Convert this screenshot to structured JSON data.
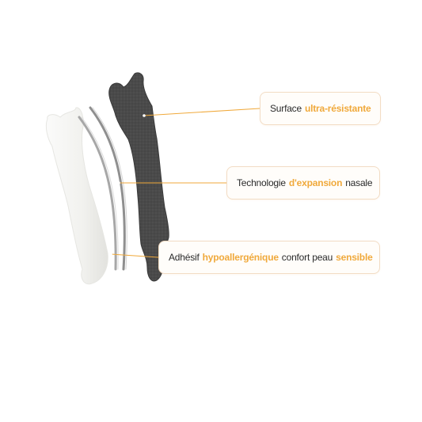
{
  "colors": {
    "accent": "#f0a93b",
    "text": "#2a2a2a",
    "callout_border": "#f2dcc4",
    "strip_dark": "#4a4a4a",
    "adhesive_white": "#f3f3f1",
    "spring_gray": "#9a9a9a"
  },
  "layers": [
    {
      "name": "adhesive-layer",
      "icon": "white-adhesive-strip"
    },
    {
      "name": "spring-bands",
      "icon": "metal-spring-arcs"
    },
    {
      "name": "top-layer",
      "icon": "dark-textured-strip"
    }
  ],
  "callouts": [
    {
      "parts": [
        {
          "text": "Surface",
          "highlight": false
        },
        {
          "text": "ultra-résistante",
          "highlight": true
        }
      ]
    },
    {
      "parts": [
        {
          "text": "Technologie",
          "highlight": false
        },
        {
          "text": "d'expansion",
          "highlight": true
        },
        {
          "text": "nasale",
          "highlight": false
        }
      ]
    },
    {
      "parts": [
        {
          "text": "Adhésif",
          "highlight": false
        },
        {
          "text": "hypoallergénique",
          "highlight": true
        },
        {
          "text": "confort peau",
          "highlight": false
        },
        {
          "text": "sensible",
          "highlight": true
        }
      ]
    }
  ]
}
